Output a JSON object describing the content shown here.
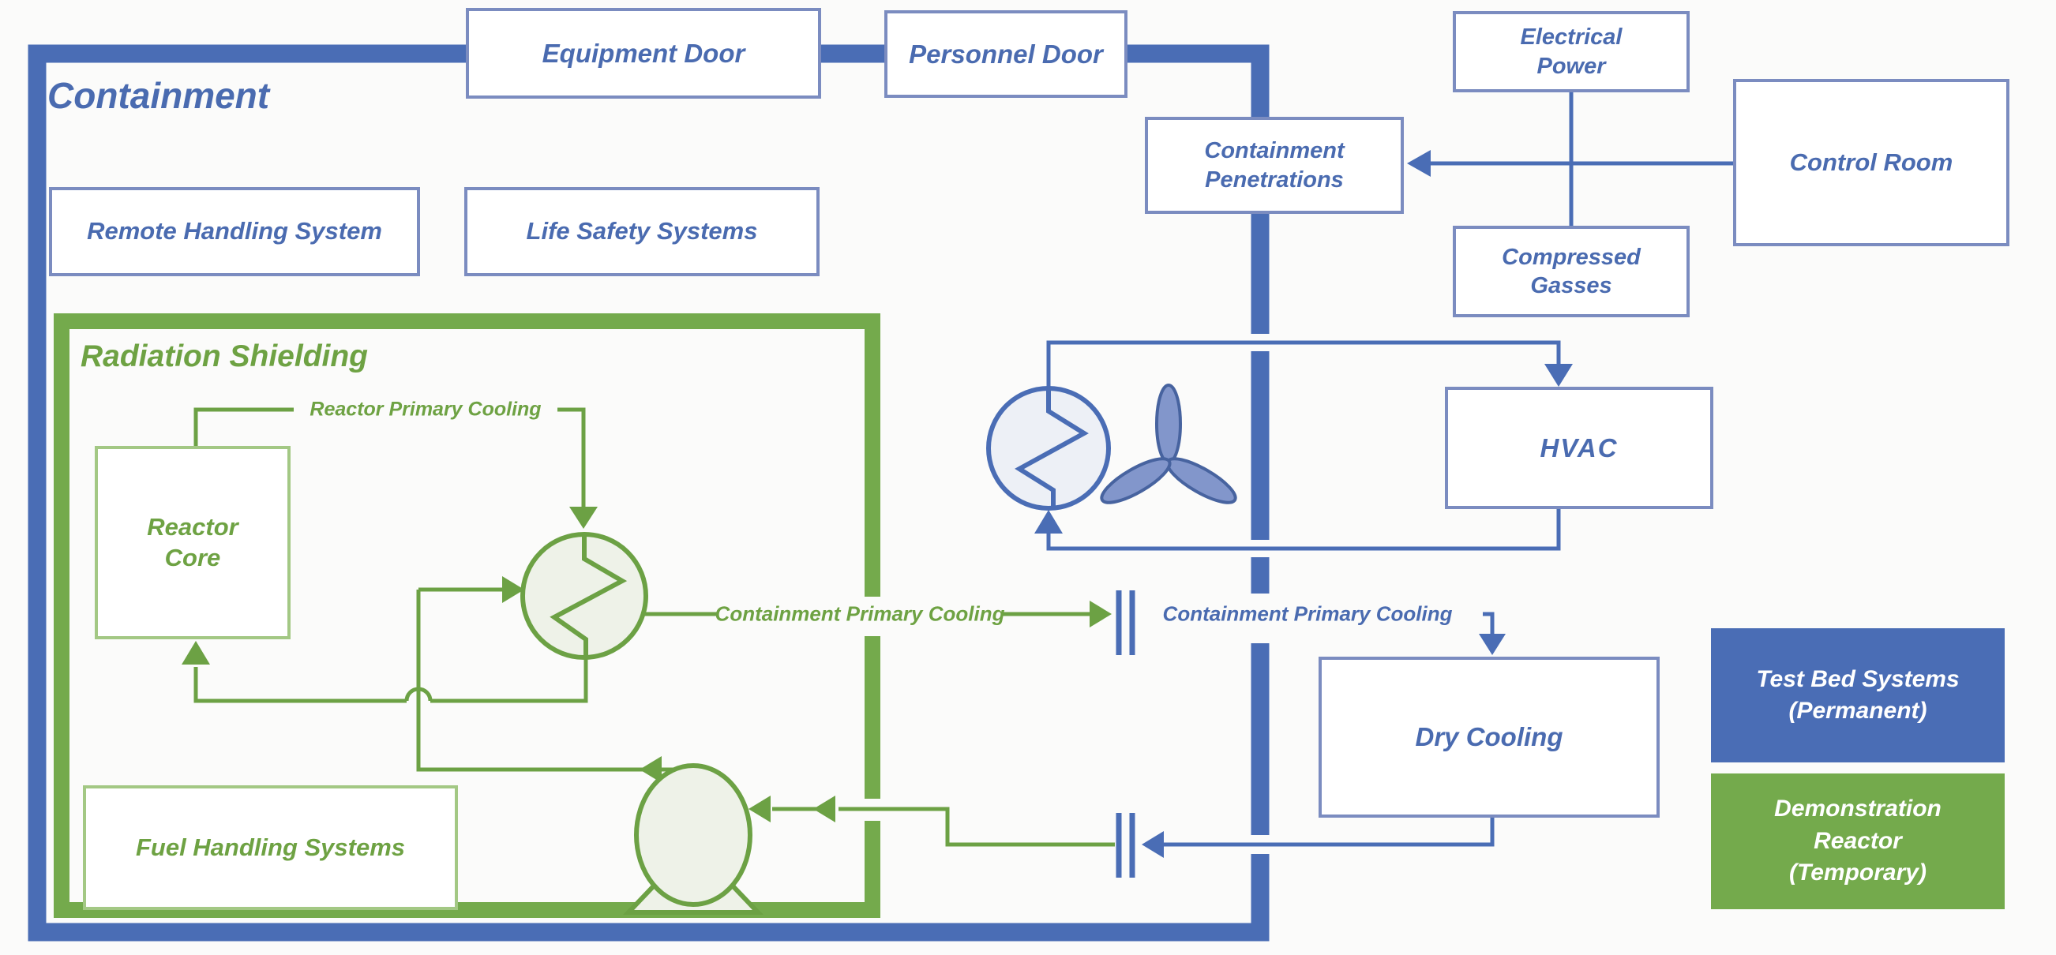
{
  "colors": {
    "permanent_blue": "#4a6db5",
    "temporary_green": "#74aa4c",
    "box_border_blue": "#7b8cc0",
    "box_border_green": "#a3c884",
    "fan_fill": "#8296cb",
    "symbol_fill_blue": "#edf0f6",
    "symbol_fill_green": "#eef2e8"
  },
  "containment": {
    "label": "Containment"
  },
  "shielding": {
    "label": "Radiation Shielding"
  },
  "doors": {
    "equipment": "Equipment Door",
    "personnel": "Personnel Door"
  },
  "boxes": {
    "containment_penetrations": {
      "line1": "Containment",
      "line2": "Penetrations"
    },
    "electrical_power": {
      "line1": "Electrical",
      "line2": "Power"
    },
    "control_room": "Control Room",
    "compressed_gasses": {
      "line1": "Compressed",
      "line2": "Gasses"
    },
    "remote_handling": "Remote Handling System",
    "life_safety": "Life Safety Systems",
    "hvac": "HVAC",
    "dry_cooling": "Dry Cooling",
    "reactor_core": {
      "line1": "Reactor",
      "line2": "Core"
    },
    "fuel_handling": "Fuel Handling Systems"
  },
  "flow_labels": {
    "reactor_primary": "Reactor Primary Cooling",
    "containment_primary_inside": "Containment Primary Cooling",
    "containment_primary_outside": "Containment Primary Cooling"
  },
  "legend": {
    "test_bed": {
      "line1": "Test Bed Systems",
      "line2": "(Permanent)"
    },
    "demo_reactor": {
      "line1": "Demonstration",
      "line2": "Reactor",
      "line3": "(Temporary)"
    }
  }
}
